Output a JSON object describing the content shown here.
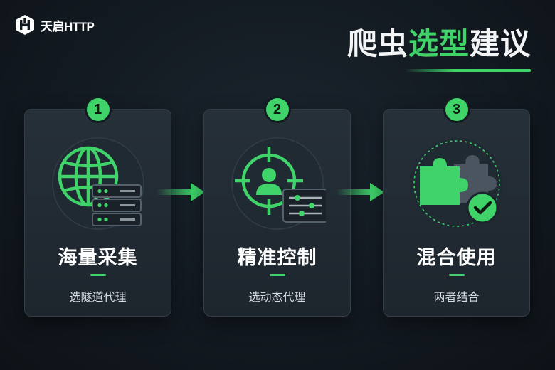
{
  "brand": {
    "name": "天启HTTP",
    "logo_icon": "hexagon-h-logo-icon"
  },
  "header": {
    "title_parts": [
      {
        "text": "爬虫",
        "color": "#f2f4f5"
      },
      {
        "text": "选型",
        "color": "#3fd36a"
      },
      {
        "text": "建议",
        "color": "#f2f4f5"
      }
    ]
  },
  "colors": {
    "accent": "#3fd36a",
    "background": "#121920",
    "card": "#222b34"
  },
  "cards": [
    {
      "number": "1",
      "title": "海量采集",
      "subtitle": "选隧道代理",
      "icon": "globe-server-icon"
    },
    {
      "number": "2",
      "title": "精准控制",
      "subtitle": "选动态代理",
      "icon": "target-user-sliders-icon"
    },
    {
      "number": "3",
      "title": "混合使用",
      "subtitle": "两者结合",
      "icon": "puzzle-check-icon"
    }
  ]
}
